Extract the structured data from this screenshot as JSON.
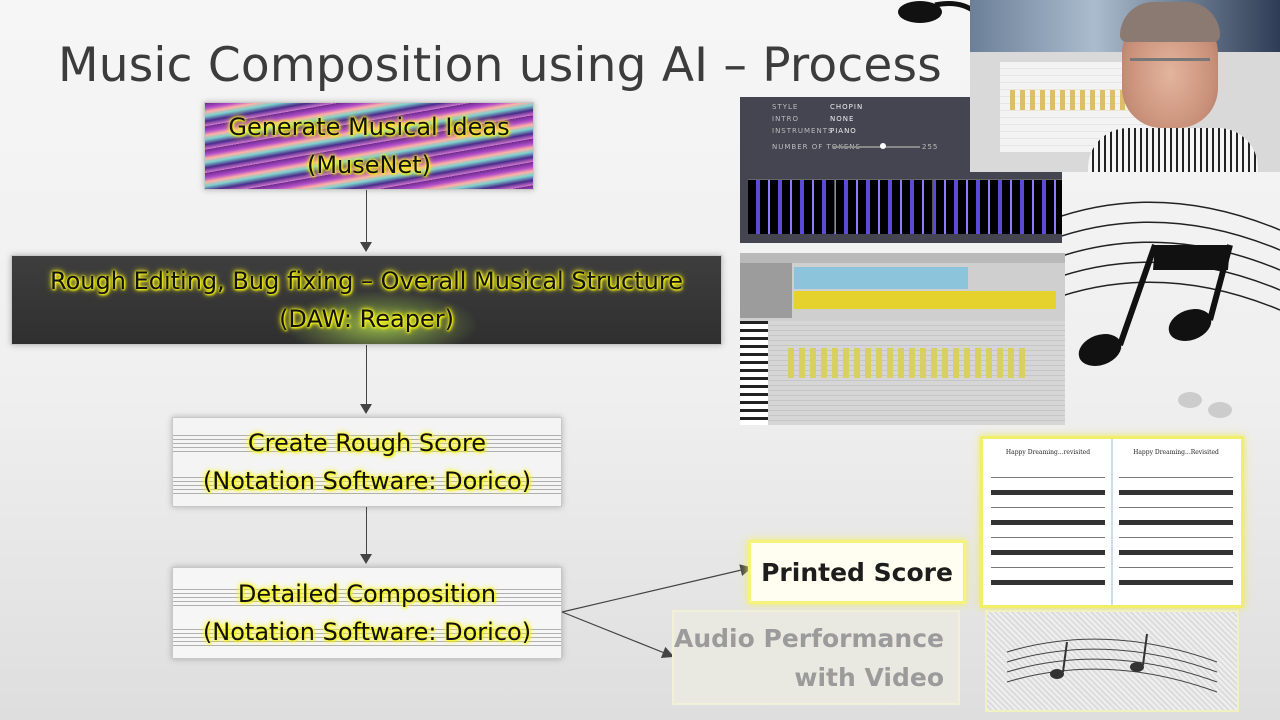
{
  "slide": {
    "title": "Music Composition using AI – Process"
  },
  "flow": {
    "step1": {
      "line1": "Generate Musical Ideas",
      "line2": "(MuseNet)"
    },
    "step2": {
      "line1": "Rough Editing, Bug fixing – Overall Musical Structure",
      "line2": "(DAW: Reaper)"
    },
    "step3": {
      "line1": "Create Rough Score",
      "line2": "(Notation Software: Dorico)"
    },
    "step4": {
      "line1": "Detailed Composition",
      "line2": "(Notation Software: Dorico)"
    }
  },
  "outputs": {
    "printed_score": "Printed Score",
    "audio_line1": "Audio Performance",
    "audio_line2": "with Video"
  },
  "musenet_ui": {
    "style_label": "STYLE",
    "style_value": "CHOPIN",
    "intro_label": "INTRO",
    "intro_value": "NONE",
    "instruments_label": "INSTRUMENTS",
    "instruments_value": "PIANO",
    "tokens_label": "NUMBER OF TOKENS",
    "tokens_value": "255"
  },
  "sheet_music": {
    "left_title": "Happy Dreaming...revisited",
    "right_title": "Happy Dreaming...Revisited"
  },
  "colors": {
    "glow": "#ffff3a",
    "arrow": "#444444",
    "title": "#3c3c3c"
  },
  "icons": {
    "music_notes": "music-notes-icon"
  }
}
